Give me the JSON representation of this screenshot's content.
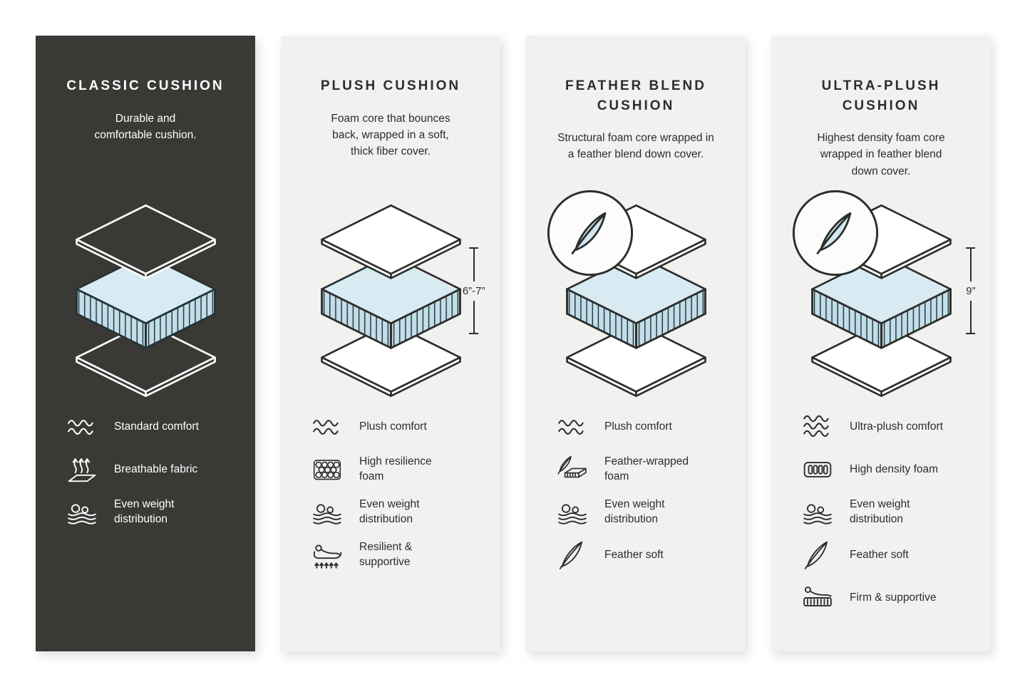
{
  "colors": {
    "page_background": "#ffffff",
    "dark_panel_bg": "#3a3936",
    "light_panel_bg": "#f1f1ef",
    "foam_blue_top": "#d8ebf2",
    "foam_blue_side": "#c2dee9",
    "line_dark": "#2d2d2b",
    "text_light": "#ffffff"
  },
  "panels": [
    {
      "id": "classic",
      "theme": "dark",
      "title": "CLASSIC CUSHION",
      "description": "Durable and\ncomfortable cushion.",
      "diagram": {
        "type": "layered-cushion",
        "feather_badge": false,
        "measurement": null
      },
      "features": [
        {
          "icon": "waves-icon",
          "label": "Standard comfort"
        },
        {
          "icon": "breathable-fabric-icon",
          "label": "Breathable fabric"
        },
        {
          "icon": "weight-distribution-icon",
          "label": "Even weight\ndistribution"
        }
      ]
    },
    {
      "id": "plush",
      "theme": "light",
      "title": "PLUSH CUSHION",
      "description": "Foam core that bounces\nback, wrapped in a soft,\nthick fiber cover.",
      "diagram": {
        "type": "layered-cushion",
        "feather_badge": false,
        "measurement": "6”-7”"
      },
      "features": [
        {
          "icon": "waves-icon",
          "label": "Plush comfort"
        },
        {
          "icon": "resilience-foam-icon",
          "label": "High resilience\nfoam"
        },
        {
          "icon": "weight-distribution-icon",
          "label": "Even weight\ndistribution"
        },
        {
          "icon": "resilient-supportive-icon",
          "label": "Resilient &\nsupportive"
        }
      ]
    },
    {
      "id": "feather-blend",
      "theme": "light",
      "title": "FEATHER BLEND\nCUSHION",
      "description": "Structural foam core wrapped in\na feather blend down cover.",
      "diagram": {
        "type": "layered-cushion",
        "feather_badge": true,
        "measurement": null
      },
      "features": [
        {
          "icon": "waves-icon",
          "label": "Plush comfort"
        },
        {
          "icon": "feather-wrapped-foam-icon",
          "label": "Feather-wrapped\nfoam"
        },
        {
          "icon": "weight-distribution-icon",
          "label": "Even weight\ndistribution"
        },
        {
          "icon": "feather-icon",
          "label": "Feather soft"
        }
      ]
    },
    {
      "id": "ultra-plush",
      "theme": "light",
      "title": "ULTRA-PLUSH\nCUSHION",
      "description": "Highest density foam core\nwrapped in feather blend\ndown cover.",
      "diagram": {
        "type": "layered-cushion",
        "feather_badge": true,
        "measurement": "9”"
      },
      "features": [
        {
          "icon": "waves-3-icon",
          "label": "Ultra-plush comfort"
        },
        {
          "icon": "density-foam-icon",
          "label": "High density foam"
        },
        {
          "icon": "weight-distribution-icon",
          "label": "Even weight\ndistribution"
        },
        {
          "icon": "feather-icon",
          "label": "Feather soft"
        },
        {
          "icon": "firm-supportive-icon",
          "label": "Firm & supportive"
        }
      ]
    }
  ]
}
